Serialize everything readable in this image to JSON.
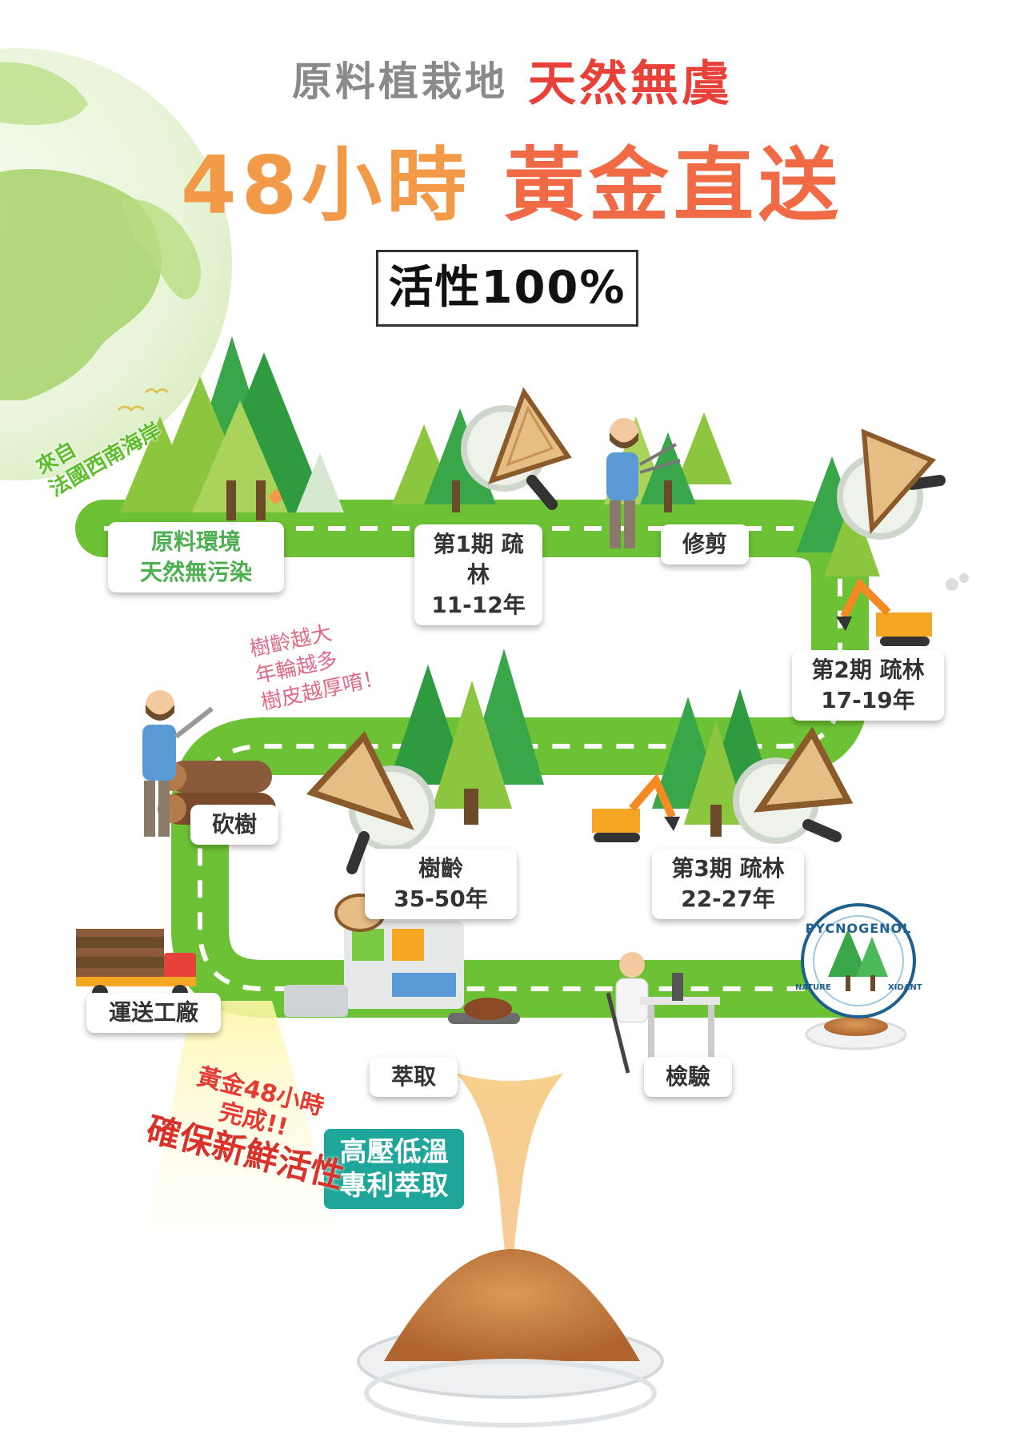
{
  "header": {
    "line1_left": "原料植栽地",
    "line1_right": "天然無虞",
    "main_part1": "48小時",
    "main_part2": "黃金直送",
    "callout": "活性100%"
  },
  "origin": {
    "tag_line1": "來自",
    "tag_line2": "法國西南海岸",
    "env_line1": "原料環境",
    "env_line2": "天然無污染"
  },
  "steps": {
    "phase1": {
      "line1": "第1期  疏林",
      "line2": "11-12年"
    },
    "prune": "修剪",
    "phase2": {
      "line1": "第2期  疏林",
      "line2": "17-19年"
    },
    "phase3": {
      "line1": "第3期  疏林",
      "line2": "22-27年"
    },
    "tree_age": {
      "line1": "樹齡",
      "line2": "35-50年"
    },
    "chop": "砍樹",
    "transport": "運送工廠",
    "extract": "萃取",
    "inspect": "檢驗"
  },
  "note_handwritten": [
    "樹齡越大",
    "年輪越多",
    "樹皮越厚唷！"
  ],
  "extraction_method": {
    "line1": "高壓低溫",
    "line2": "專利萃取"
  },
  "golden_48": {
    "line1": "黃金48小時",
    "line2": "完成!!",
    "line3": "確保新鮮活性"
  },
  "brand_seal": {
    "name": "PYCNOGENOL",
    "sub_left": "NATURE",
    "sub_right": "XIDANT"
  },
  "colors": {
    "road": "#6cc234",
    "tree_dark": "#3aa64a",
    "tree_light": "#8cc63f",
    "accent_red": "#e8413a",
    "accent_orange": "#f0843b",
    "teal": "#1ea69a"
  }
}
